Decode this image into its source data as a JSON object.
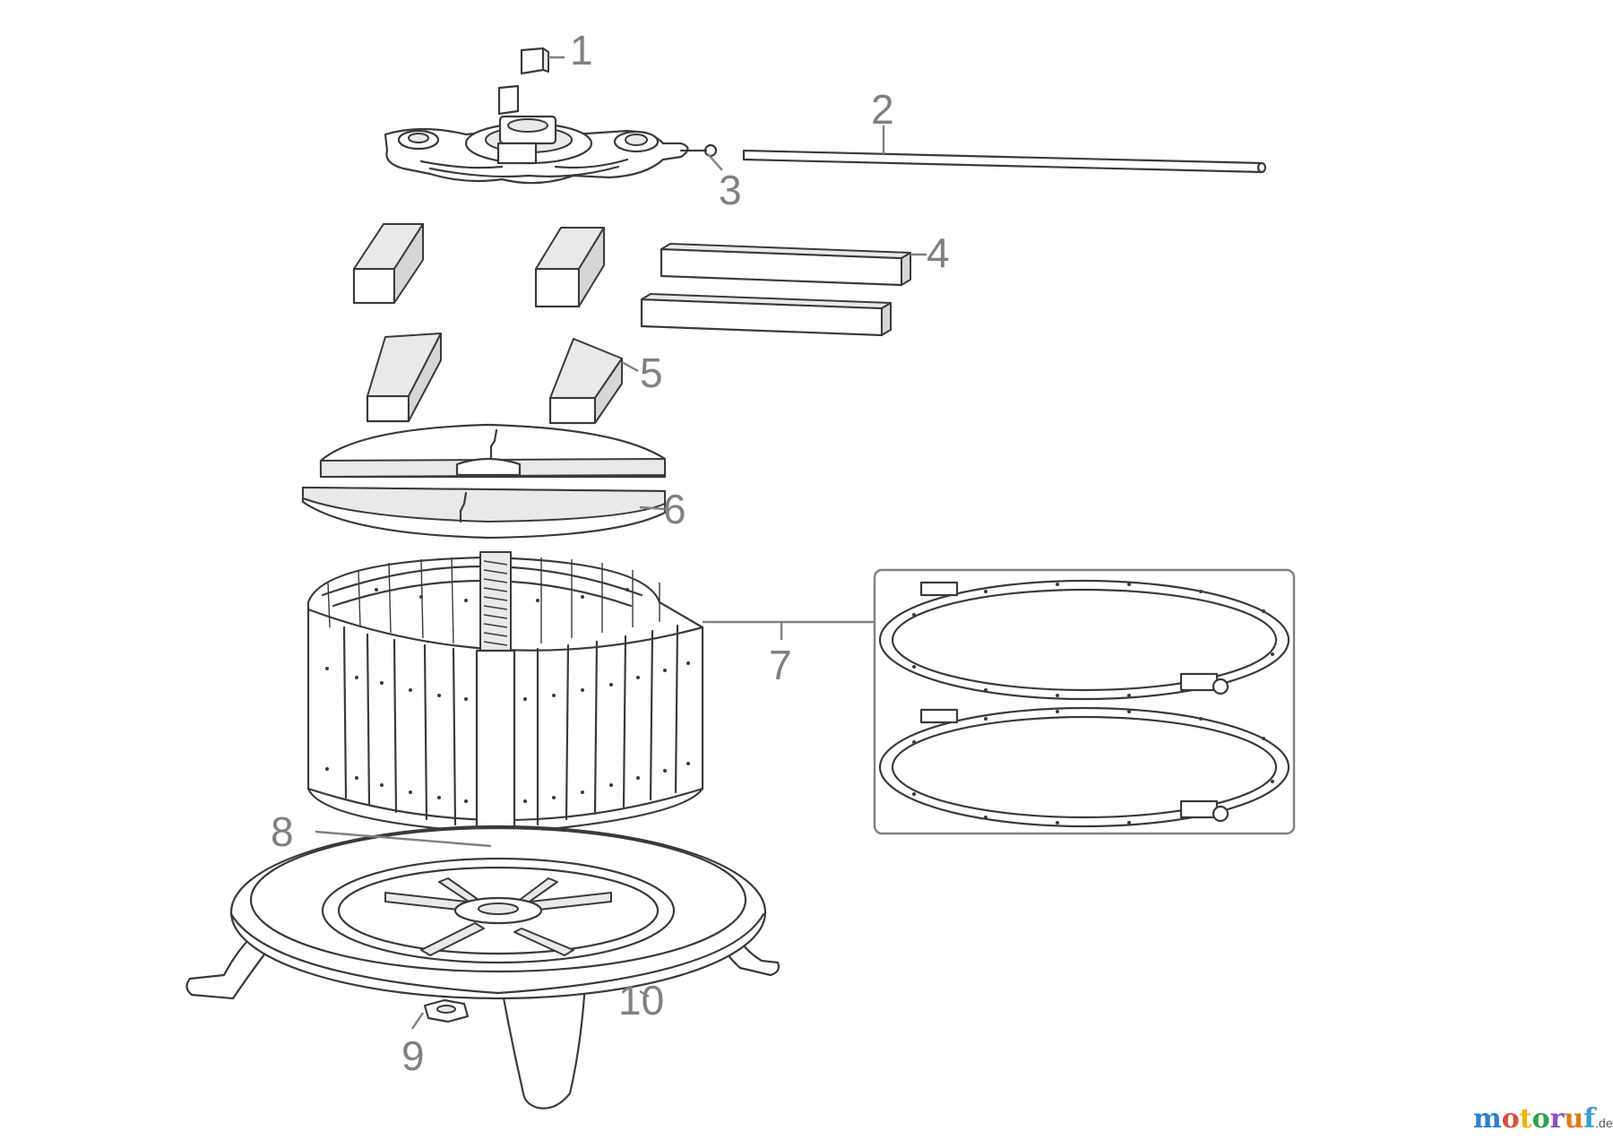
{
  "callouts": [
    "1",
    "2",
    "3",
    "4",
    "5",
    "6",
    "7",
    "8",
    "9",
    "10"
  ],
  "watermark": {
    "text": "motoruf",
    "suffix": ".de",
    "colors": [
      "#2f7fd0",
      "#e04a3a",
      "#f0b400",
      "#2fa04a",
      "#8a4fc0",
      "#e07a1a",
      "#3a9ad0"
    ]
  },
  "colors": {
    "line": "#3a3a3a",
    "callout": "#808080",
    "background": "#ffffff"
  }
}
